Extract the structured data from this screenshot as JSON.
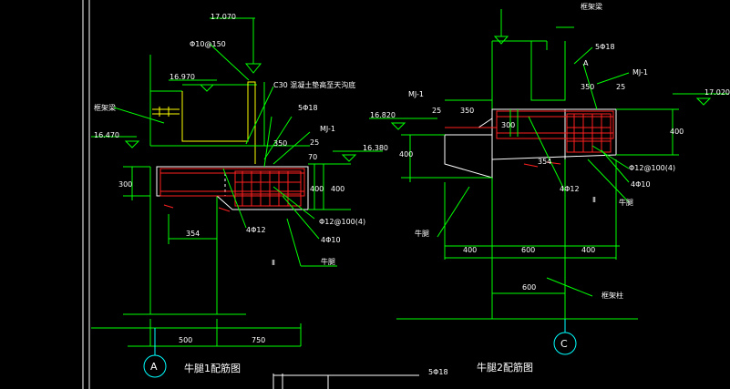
{
  "colors": {
    "background": "#000000",
    "lines": "#00ff00",
    "text": "#ffffff",
    "rebar": "#ff2020",
    "concrete": "#ffff00",
    "axis": "#00ffff"
  },
  "left": {
    "elev_top": "17.070",
    "stirrup_col": "Φ10@150",
    "elev_mid": "16.970",
    "frame_beam": "框架梁",
    "elev_left": "16.470",
    "concrete_note": "C30 混凝土垫高至天沟底",
    "top_bars": "5Φ18",
    "mj": "MJ-1",
    "dim_350": "350",
    "dim_25": "25",
    "dim_70": "70",
    "elev_right": "16.380",
    "dim_300": "300",
    "dim_400a": "400",
    "dim_400b": "400",
    "dim_354": "354",
    "bars_4phi12": "4Φ12",
    "stirrups": "Φ12@100(4)",
    "bars_4phi10": "4Φ10",
    "marker": "Ⅱ",
    "corbel": "牛腿",
    "dim_500": "500",
    "dim_750": "750",
    "axis": "A",
    "title": "牛腿1配筋图"
  },
  "right": {
    "mj_left": "MJ-1",
    "dim_25": "25",
    "dim_350": "350",
    "elev_left": "16.820",
    "dim_300": "300",
    "dim_400_left": "400",
    "frame_beam": "框架梁",
    "top_bars": "5Φ18",
    "marker_a": "A",
    "mj_right": "MJ-1",
    "dim_350_r": "350",
    "dim_25_r": "25",
    "elev_right": "17.020",
    "dim_400_right": "400",
    "dim_354": "354",
    "stirrups": "Φ12@100(4)",
    "bars_4phi10": "4Φ10",
    "bars_4phi12": "4Φ12",
    "marker": "Ⅱ",
    "corbel_r": "牛腿",
    "corbel_l": "牛腿",
    "dim_400a": "400",
    "dim_600": "600",
    "dim_400b": "400",
    "dim_600b": "600",
    "frame_col": "框架柱",
    "axis": "C",
    "title": "牛腿2配筋图"
  },
  "bottom": {
    "small_label": "5Φ18"
  }
}
